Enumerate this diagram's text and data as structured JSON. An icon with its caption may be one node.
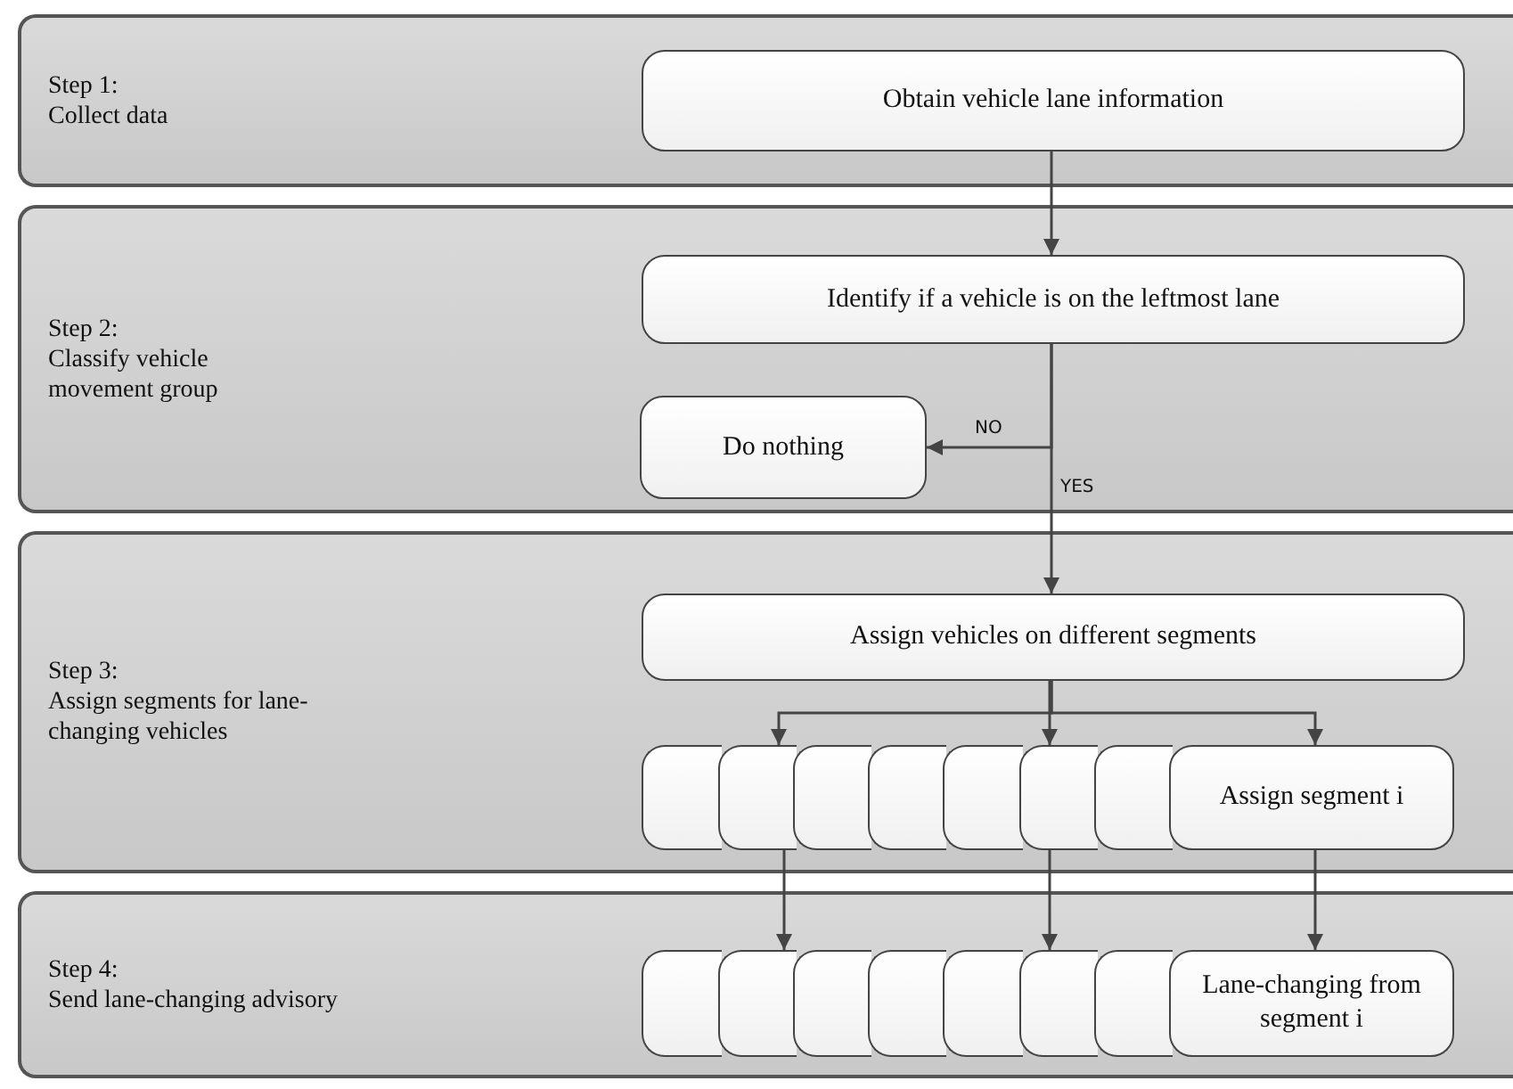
{
  "diagram": {
    "nodes": [
      {
        "text": [
          "Step 1:",
          "Collect data"
        ]
      },
      {
        "text": [
          "Obtain vehicle lane information"
        ],
        "in": 0
      },
      {
        "text": [
          "Step 2:",
          "Classify vehicle movement group"
        ]
      },
      {
        "text": [
          "Identify if a vehicle is on the leftmost lane"
        ],
        "in": 2
      },
      {
        "text": [
          "Do nothing"
        ],
        "in": 2
      },
      {
        "text": [
          "Step 3:",
          "Assign segments for lane-changing vehicles"
        ]
      },
      {
        "text": [
          "Assign vehicles on different segments"
        ],
        "in": 5
      },
      {
        "text": [],
        "shape": "box",
        "in": 5
      },
      {
        "text": [],
        "shape": "box",
        "in": 5
      },
      {
        "text": [],
        "shape": "box",
        "in": 5
      },
      {
        "text": [],
        "shape": "box",
        "in": 5
      },
      {
        "text": [],
        "shape": "box",
        "in": 5
      },
      {
        "text": [],
        "shape": "box",
        "in": 5
      },
      {
        "text": [],
        "shape": "box",
        "in": 5
      },
      {
        "text": [
          "Assign segment i"
        ],
        "in": 5
      },
      {
        "text": [
          "Step 4:",
          "Send lane-changing advisory"
        ]
      },
      {
        "text": [],
        "shape": "box",
        "in": 15
      },
      {
        "text": [],
        "shape": "box",
        "in": 15
      },
      {
        "text": [],
        "shape": "box",
        "in": 15
      },
      {
        "text": [],
        "shape": "box",
        "in": 15
      },
      {
        "text": [],
        "shape": "box",
        "in": 15
      },
      {
        "text": [],
        "shape": "box",
        "in": 15
      },
      {
        "text": [],
        "shape": "box",
        "in": 15
      },
      {
        "text": [
          "Lane-changing from segment i"
        ],
        "in": 15
      }
    ],
    "edges": [
      {
        "from": 1,
        "to": 3,
        "arrow": "to"
      },
      {
        "from": 3,
        "to": 4,
        "arrow": "to",
        "label": "NO"
      },
      {
        "from": 3,
        "to": 6,
        "arrow": "to",
        "label": "YES"
      },
      {
        "from": 6,
        "to": 8,
        "arrow": "to"
      },
      {
        "from": 6,
        "to": 12,
        "arrow": "to"
      },
      {
        "from": 6,
        "to": 14,
        "arrow": "to"
      },
      {
        "from": 8,
        "to": 17,
        "arrow": "to"
      },
      {
        "from": 12,
        "to": 21,
        "arrow": "to"
      },
      {
        "from": 14,
        "to": 23,
        "arrow": "to"
      }
    ]
  }
}
